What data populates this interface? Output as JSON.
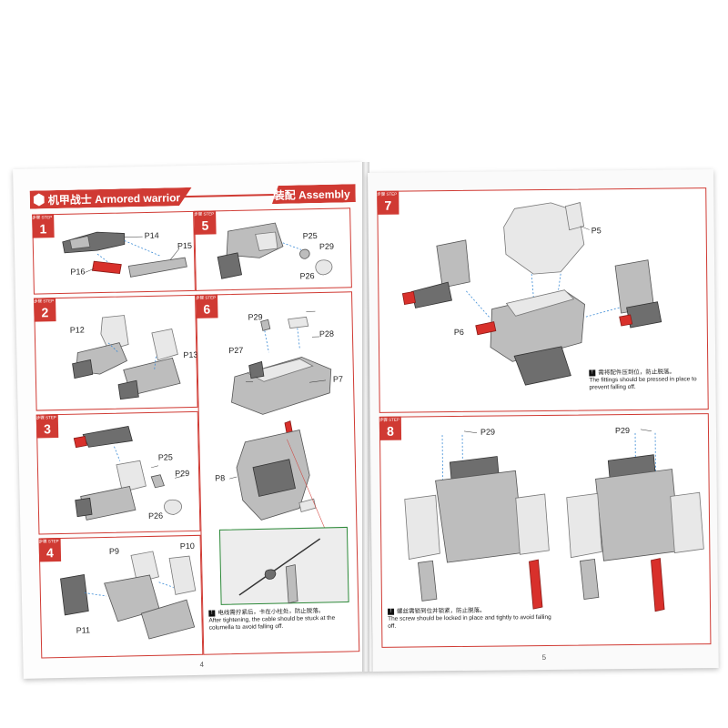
{
  "header": {
    "title": "机甲战士  Armored warrior",
    "assembly": "装配  Assembly"
  },
  "step_label": "步骤 STEP",
  "steps": [
    {
      "num": "1",
      "parts": [
        "P14",
        "P15",
        "P16"
      ]
    },
    {
      "num": "2",
      "parts": [
        "P12",
        "P13"
      ]
    },
    {
      "num": "3",
      "parts": [
        "P25",
        "P29",
        "P26"
      ]
    },
    {
      "num": "4",
      "parts": [
        "P9",
        "P10",
        "P11"
      ]
    },
    {
      "num": "5",
      "parts": [
        "P25",
        "P29",
        "P26"
      ]
    },
    {
      "num": "6",
      "parts": [
        "P29",
        "P28",
        "P27",
        "P7",
        "P8"
      ]
    },
    {
      "num": "7",
      "parts": [
        "P5",
        "P6"
      ]
    },
    {
      "num": "8",
      "parts": [
        "P29",
        "P29"
      ]
    }
  ],
  "notes": {
    "step6_cn": "电线需拧紧后，卡在小柱处，防止脱落。",
    "step6_en": "After tightening, the cable should be stuck at the columella to avoid falling off.",
    "step7_cn": "需将配件压到位，防止脱落。",
    "step7_en": "The fittings should be pressed in place to prevent falling off.",
    "step8_cn": "螺丝需锁到位并锁紧，防止脱落。",
    "step8_en": "The screw should be locked in place and tightly to avoid falling off."
  },
  "page_numbers": {
    "left": "4",
    "right": "5"
  },
  "colors": {
    "accent": "#d03a33",
    "part_red": "#d8302b",
    "arrow_blue": "#3b8bd6"
  }
}
